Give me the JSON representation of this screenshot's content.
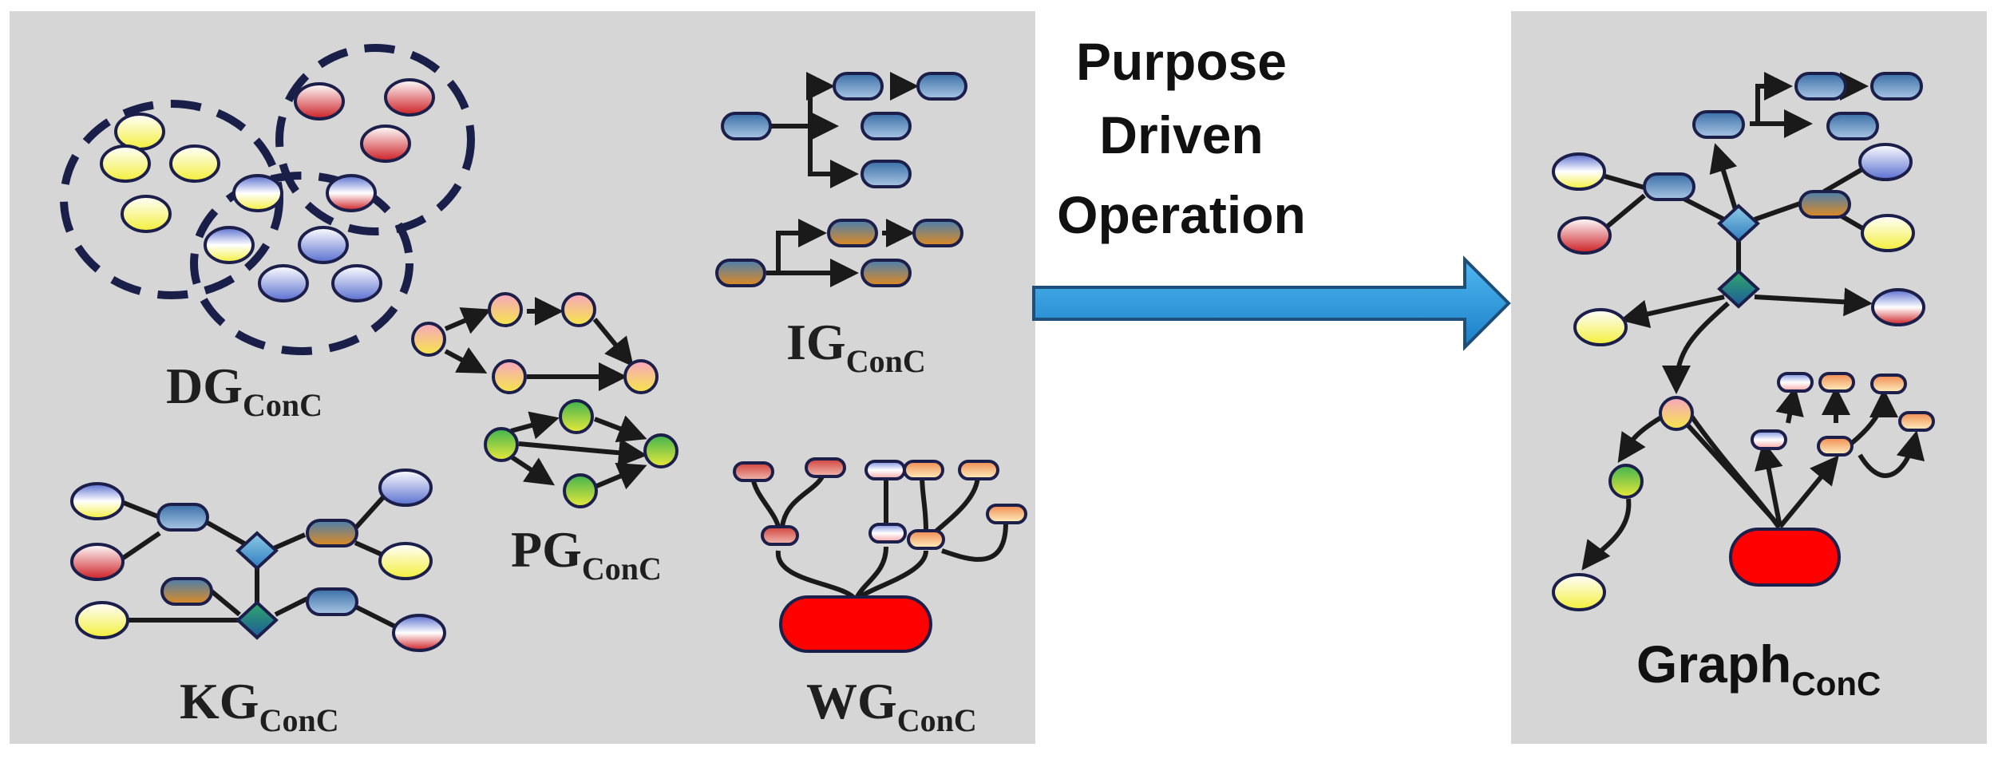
{
  "labels": {
    "dg": {
      "main": "DG",
      "sub": "ConC"
    },
    "ig": {
      "main": "IG",
      "sub": "ConC"
    },
    "pg": {
      "main": "PG",
      "sub": "ConC"
    },
    "kg": {
      "main": "KG",
      "sub": "ConC"
    },
    "wg": {
      "main": "WG",
      "sub": "ConC"
    },
    "graph": {
      "main": "Graph",
      "sub": "ConC"
    }
  },
  "operation": {
    "line1": "Purpose",
    "line2": "Driven",
    "line3": "Operation"
  },
  "colors": {
    "panel": "#d6d6d6",
    "arrow": "#2e9fe0",
    "node_outline": "#1c1f4a",
    "yellow": "#f3ef3a",
    "red": "#cc1f24",
    "blue": "#5a6fd0",
    "pink": "#f2a2b5",
    "green": "#2ea84a",
    "orange": "#d9862a",
    "steel": "#4a7fb0",
    "big_red": "#ff0000"
  }
}
